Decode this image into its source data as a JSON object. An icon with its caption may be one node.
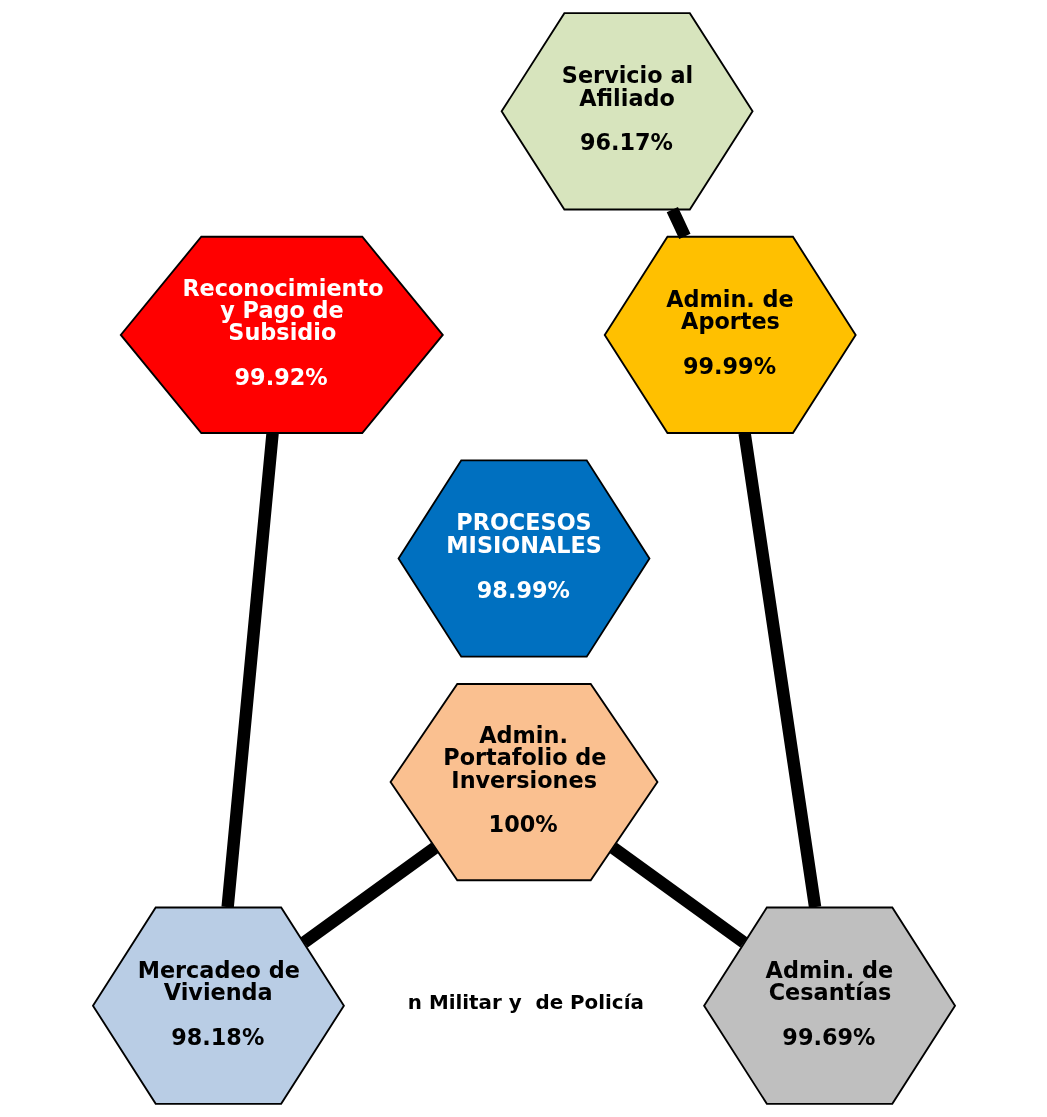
{
  "diagram": {
    "nodes": [
      {
        "text": [
          "Servicio al Afiliado",
          "96.17%"
        ]
      },
      {
        "text": [
          "Reconocimiento y Pago de Subsidio",
          "99.92%"
        ]
      },
      {
        "text": [
          "Admin. de Aportes",
          "99.99%"
        ]
      },
      {
        "text": [
          "PROCESOS MISIONALES",
          "98.99%"
        ]
      },
      {
        "text": [
          "Mercadeo de Vivienda",
          "98.18%"
        ]
      },
      {
        "text": [
          "Admin. de Cesantías",
          "99.69%"
        ]
      },
      {
        "text": [
          "Admin. Portafolio de Inversiones",
          "100%"
        ]
      }
    ],
    "edges": [
      {
        "from": 0,
        "to": 2,
        "arrow": "none"
      },
      {
        "from": 2,
        "to": 5,
        "arrow": "none"
      },
      {
        "from": 5,
        "to": 6,
        "arrow": "none"
      },
      {
        "from": 6,
        "to": 4,
        "arrow": "none"
      },
      {
        "from": 4,
        "to": 1,
        "arrow": "none"
      }
    ],
    "labels": [
      "n Militar y  de Policía"
    ]
  }
}
